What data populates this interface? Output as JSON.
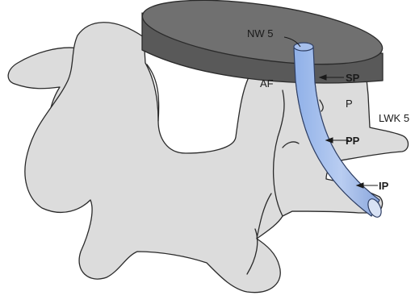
{
  "labels": {
    "nerve_root": "NW 5",
    "articular_facet": "AF",
    "superior_point": "SP",
    "pedicle": "P",
    "vertebra": "LWK 5",
    "pedicle_point": "PP",
    "inferior_point": "IP"
  },
  "colors": {
    "bone_fill": "#dcdcdc",
    "disc_top": "#6f6f6f",
    "disc_side": "#595959",
    "nerve_fill": "#9fb8e6",
    "nerve_shadow": "#c9d5ee",
    "outline": "#2a2a2a"
  }
}
